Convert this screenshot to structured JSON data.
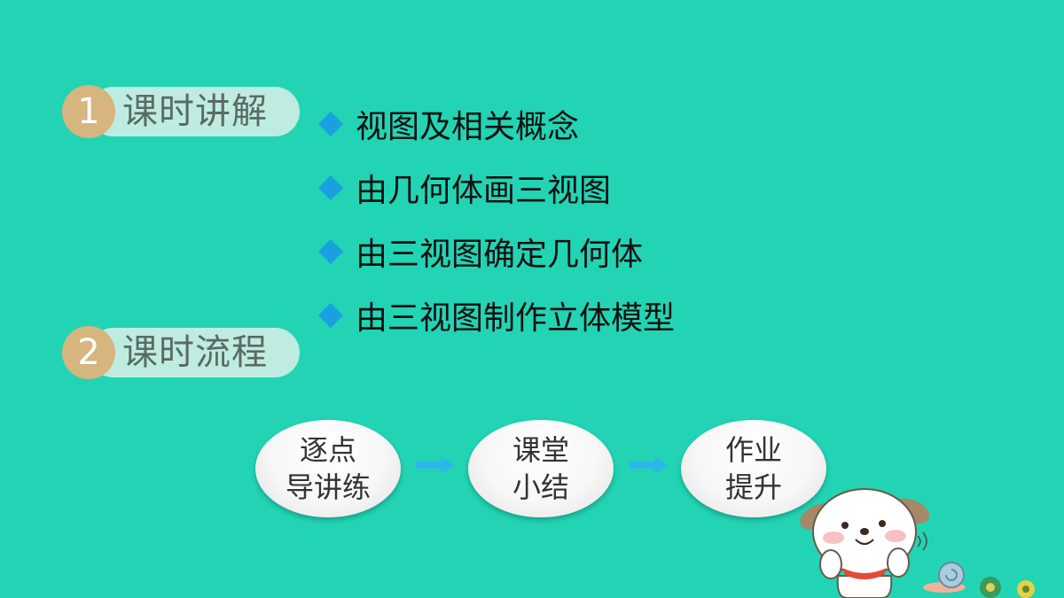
{
  "sections": [
    {
      "number": "1",
      "title": "课时讲解"
    },
    {
      "number": "2",
      "title": "课时流程"
    }
  ],
  "topics": [
    "视图及相关概念",
    "由几何体画三视图",
    "由三视图确定几何体",
    "由三视图制作立体模型"
  ],
  "flow_steps": [
    {
      "line1": "逐点",
      "line2": "导讲练"
    },
    {
      "line1": "课堂",
      "line2": "小结"
    },
    {
      "line1": "作业",
      "line2": "提升"
    }
  ],
  "colors": {
    "background": "#22d4b4",
    "badge_number": "#d6b57f",
    "badge_pill": "#bfece0",
    "bullet": "#1aa0e0",
    "arrow": "#2bb8e8"
  },
  "icons": {
    "bullet": "diamond-bullet-icon",
    "flow_arrow": "arrow-right-icon",
    "mascot": "cartoon-puppy-illustration"
  }
}
